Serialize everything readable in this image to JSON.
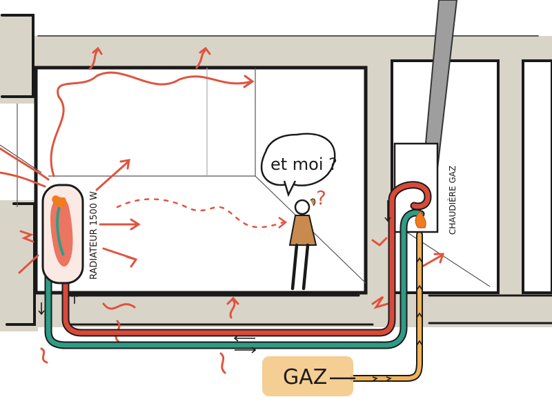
{
  "labels": {
    "speech": "et moi ?",
    "question_mark": "?",
    "radiator": "RADIATEUR 1500 W",
    "boiler": "CHAUDIÈRE GAZ",
    "gas": "GAZ"
  },
  "colors": {
    "wall": "#d9d4c8",
    "outline": "#1a1a1a",
    "heat": "#e0533e",
    "hot_pipe": "#d9493a",
    "return_pipe": "#2e9c86",
    "gas_pipe": "#f0b35a",
    "gas_label_bg": "#f4c988",
    "person": "#c98a4f",
    "flame": "#f07c1e",
    "chimney": "#9e9e9e"
  },
  "icons": [
    "flame-icon",
    "person-icon",
    "speech-bubble-icon",
    "chimney-icon"
  ]
}
